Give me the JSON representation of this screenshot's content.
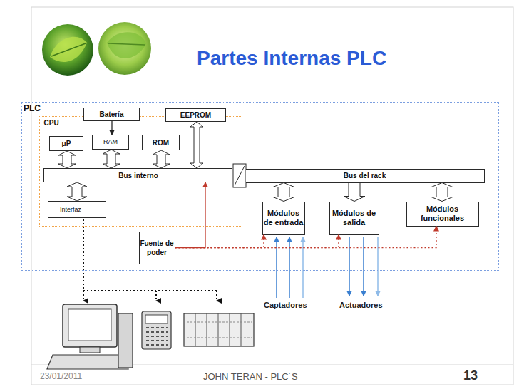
{
  "diagram": {
    "title": "Partes Internas PLC",
    "nodes": [
      {
        "text": [
          "PLC"
        ]
      },
      {
        "text": [
          "CPU"
        ],
        "in": 0
      },
      {
        "text": [
          "Batería"
        ],
        "in": 1
      },
      {
        "text": [
          "EEPROM"
        ],
        "in": 1
      },
      {
        "text": [
          "μP"
        ],
        "in": 1
      },
      {
        "text": [
          "RAM"
        ],
        "in": 1
      },
      {
        "text": [
          "ROM"
        ],
        "in": 1
      },
      {
        "text": [
          "Bus interno"
        ],
        "in": 1
      },
      {
        "text": [
          "Bus del rack"
        ],
        "in": 0
      },
      {
        "text": [
          "Interfaz"
        ],
        "in": 1
      },
      {
        "text": [
          "Módulos de entrada"
        ],
        "in": 0
      },
      {
        "text": [
          "Módulos de salida"
        ],
        "in": 0
      },
      {
        "text": [
          "Módulos funcionales"
        ],
        "in": 0
      },
      {
        "text": [
          "Fuente de poder"
        ],
        "in": 0
      }
    ],
    "edges": [
      {
        "from": 2,
        "to": 5,
        "arrow": "to"
      },
      {
        "from": 4,
        "to": 7,
        "arrow": "both"
      },
      {
        "from": 5,
        "to": 7,
        "arrow": "both"
      },
      {
        "from": 6,
        "to": 7,
        "arrow": "both"
      },
      {
        "from": 3,
        "to": 7,
        "arrow": "both"
      },
      {
        "from": 7,
        "to": 9,
        "arrow": "both"
      },
      {
        "from": 8,
        "to": 10,
        "arrow": "both"
      },
      {
        "from": 8,
        "to": 11,
        "arrow": "to"
      },
      {
        "from": 8,
        "to": 12,
        "arrow": "both"
      },
      {
        "from": 13,
        "to": 7,
        "arrow": "to"
      },
      {
        "from": 13,
        "to": 10,
        "arrow": "to"
      },
      {
        "from": 13,
        "to": 11,
        "arrow": "to"
      },
      {
        "from": 13,
        "to": 12,
        "arrow": "to"
      }
    ],
    "labels": [
      "Captadores",
      "Actuadores",
      "23/01/2011",
      "JOHN TERAN - PLC´S",
      "13"
    ]
  }
}
